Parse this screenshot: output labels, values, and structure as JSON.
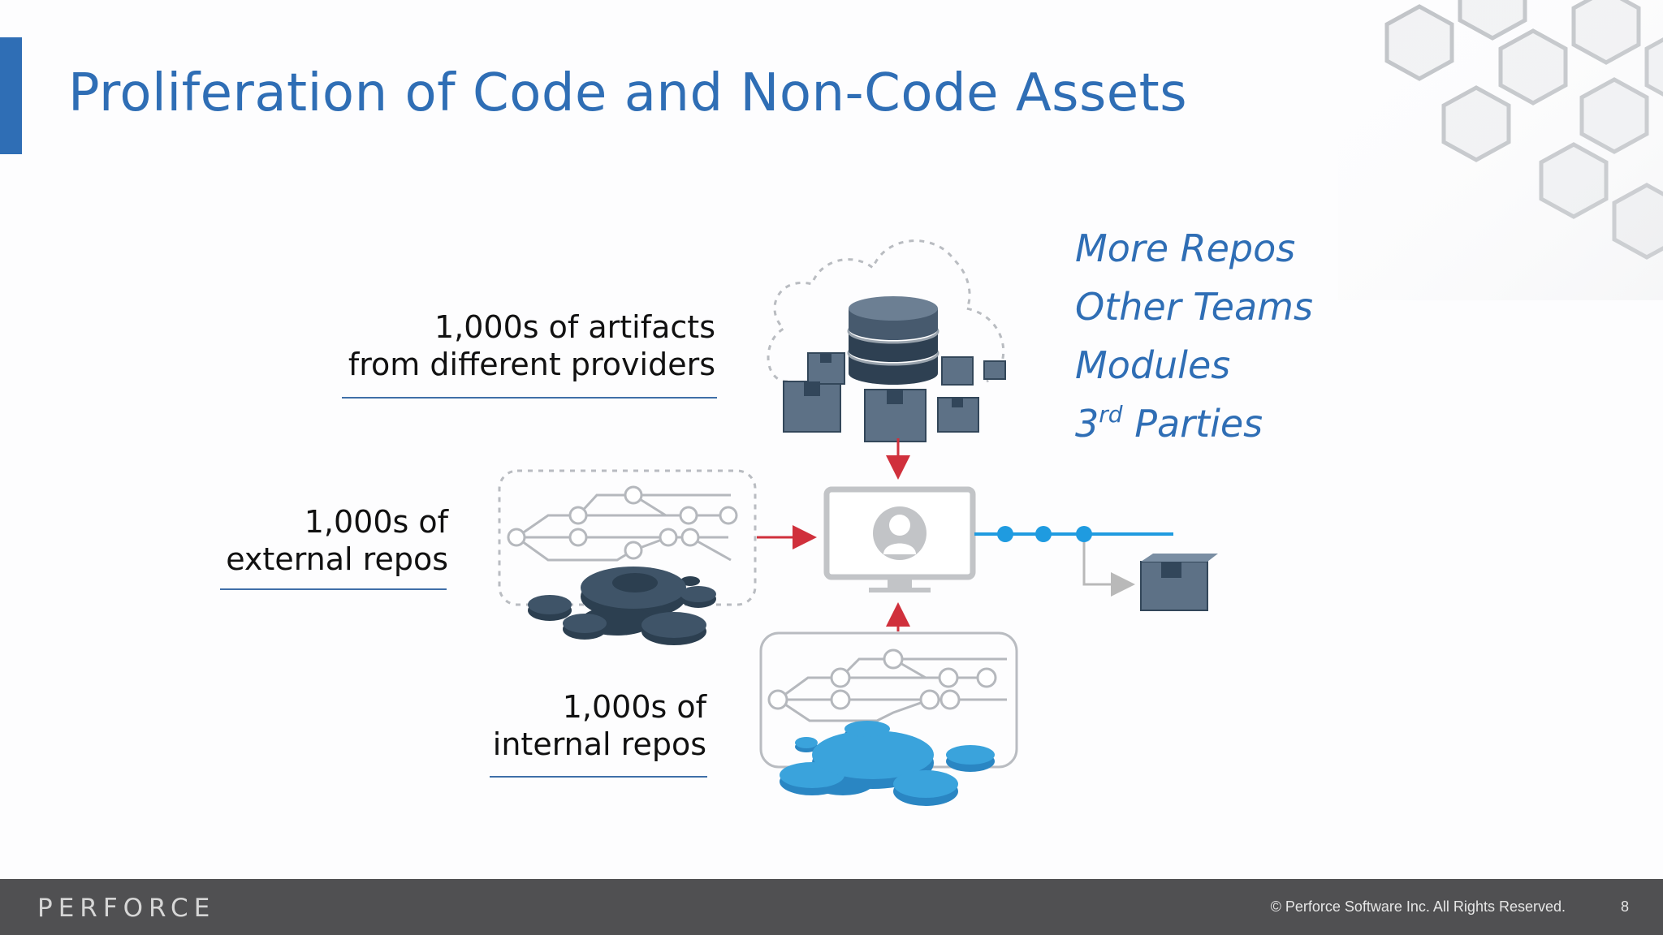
{
  "slide": {
    "title": "Proliferation of Code and Non-Code Assets"
  },
  "labels": {
    "artifacts": {
      "line1": "1,000s of artifacts",
      "line2": "from different providers"
    },
    "external": {
      "line1": "1,000s of",
      "line2": "external repos"
    },
    "internal": {
      "line1": "1,000s of",
      "line2": "internal repos"
    }
  },
  "bullets": {
    "b1": "More Repos",
    "b2": "Other Teams",
    "b3": "Modules",
    "b4_num": "3",
    "b4_sup": "rd",
    "b4_rest": " Parties"
  },
  "footer": {
    "logo": "PERFORCE",
    "copyright": "© Perforce Software Inc. All Rights Reserved.",
    "page": "8"
  },
  "colors": {
    "title_blue": "#2f6eb5",
    "arrow_red": "#d0303c",
    "pipeline_blue": "#1f9be0",
    "dark_slate": "#4d5f73",
    "internal_blue": "#3aa3dc",
    "footer_gray": "#505052"
  },
  "icons": [
    "cloud-database-icon",
    "external-repo-graph-icon",
    "internal-repo-graph-icon",
    "workstation-user-icon",
    "package-box-icon",
    "hexagon-pattern-decoration"
  ]
}
